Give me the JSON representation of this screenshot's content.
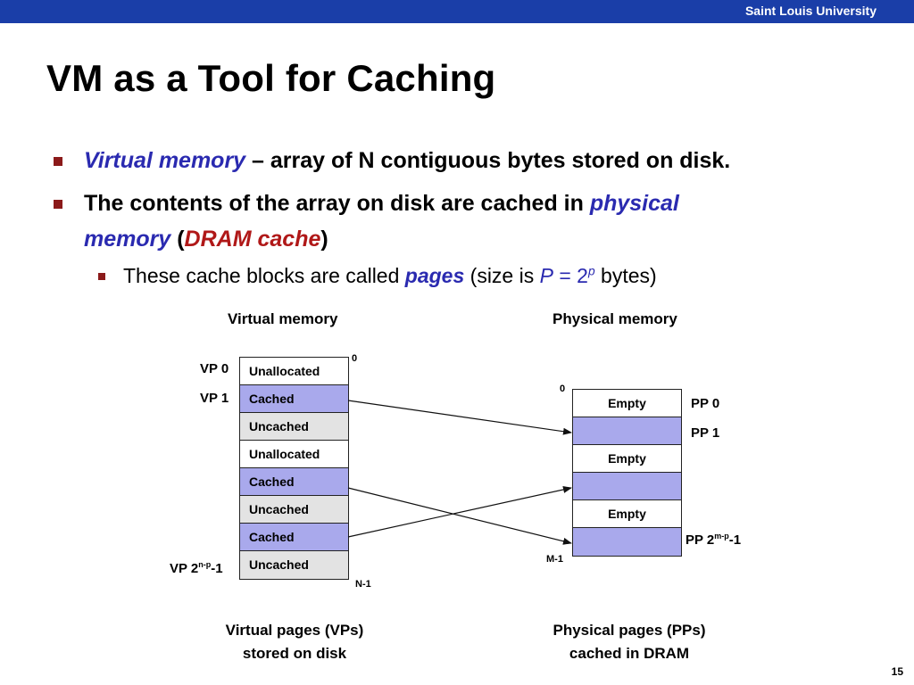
{
  "header": {
    "university": "Saint Louis University"
  },
  "title": "VM as a Tool for Caching",
  "bullets": [
    {
      "em": "Virtual memory",
      "rest": " – array of N contiguous bytes stored on disk."
    },
    {
      "pre": "The contents of the array on disk are cached in ",
      "em1": "physical",
      "em2": "memory",
      "open": " (",
      "em3": "DRAM cache",
      "close": ")"
    }
  ],
  "sub_bullet": {
    "pre": "These cache blocks are called ",
    "em": "pages",
    "mid": "  (size is ",
    "var": "P",
    "eq": " = 2",
    "exp": "p",
    "post": " bytes)"
  },
  "diagram": {
    "vm_header": "Virtual memory",
    "pm_header": "Physical memory",
    "vm_cells": [
      "Unallocated",
      "Cached",
      "Uncached",
      "Unallocated",
      "Cached",
      "Uncached",
      "Cached",
      "Uncached"
    ],
    "pm_cells": [
      "Empty",
      "",
      "Empty",
      "",
      "Empty",
      ""
    ],
    "vp0": "VP 0",
    "vp1": "VP 1",
    "vp_last": {
      "base": "VP 2",
      "exp": "n-p",
      "suffix": "-1"
    },
    "pp0": "PP 0",
    "pp1": "PP 1",
    "pp_last": {
      "base": "PP 2",
      "exp": "m-p",
      "suffix": "-1"
    },
    "vm_zero": "0",
    "vm_end": "N-1",
    "pm_zero": "0",
    "pm_end": "M-1",
    "vm_caption": [
      "Virtual pages (VPs)",
      "stored on disk"
    ],
    "pm_caption": [
      "Physical pages (PPs)",
      "cached in DRAM"
    ]
  },
  "colors": {
    "header_bar": "#1a3ea8",
    "cached": "#a9a9ec",
    "uncached": "#e3e3e3",
    "bullet_square": "#8b1a1a",
    "emphasis_blue": "#2a2ab0",
    "emphasis_red": "#b01818"
  },
  "page_number": "15"
}
